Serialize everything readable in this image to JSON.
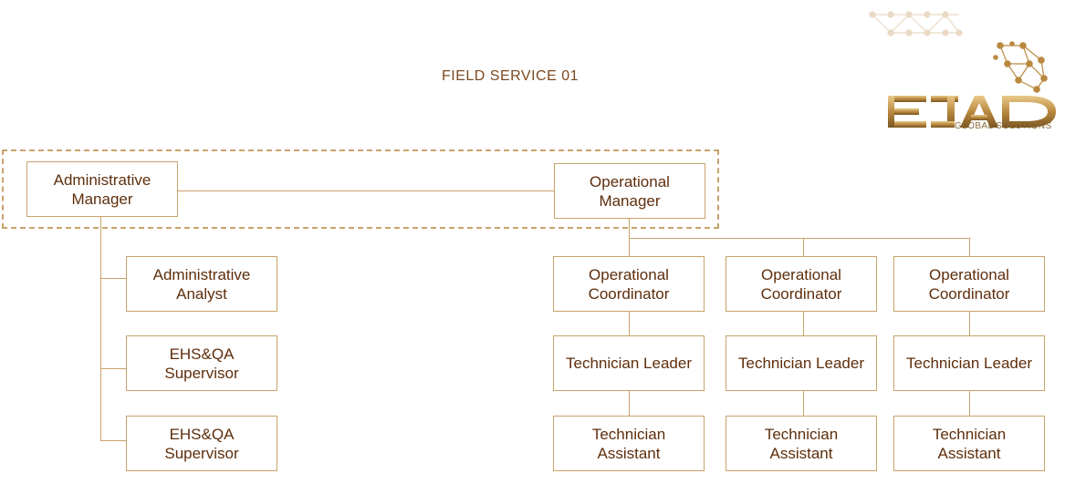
{
  "chart": {
    "title": "FIELD SERVICE 01"
  },
  "logo": {
    "brand": "EJAD",
    "tagline": "GLOBAL SOLUTIONS"
  },
  "nodes": {
    "admin_manager": "Administrative Manager",
    "op_manager": "Operational Manager",
    "admin_analyst": "Administrative Analyst",
    "ehs_supervisor_1": "EHS&QA Supervisor",
    "ehs_supervisor_2": "EHS&QA Supervisor",
    "op_coordinator_1": "Operational Coordinator",
    "op_coordinator_2": "Operational Coordinator",
    "op_coordinator_3": "Operational Coordinator",
    "tech_leader_1": "Technician Leader",
    "tech_leader_2": "Technician Leader",
    "tech_leader_3": "Technician Leader",
    "tech_assistant_1": "Technician Assistant",
    "tech_assistant_2": "Technician Assistant",
    "tech_assistant_3": "Technician Assistant"
  },
  "colors": {
    "accent": "#c9a36b",
    "text": "#5e2e0c"
  }
}
